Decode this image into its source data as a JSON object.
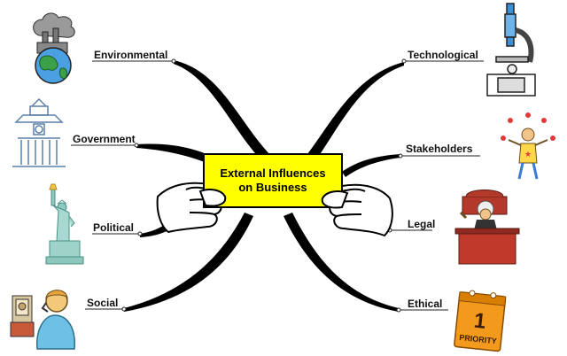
{
  "center": {
    "line1": "External Influences",
    "line2": "on Business"
  },
  "branches": {
    "environmental": "Environmental",
    "government": "Government",
    "political": "Political",
    "social": "Social",
    "technological": "Technological",
    "stakeholders": "Stakeholders",
    "legal": "Legal",
    "ethical": "Ethical"
  },
  "icons": {
    "environmental": "earth-factory-icon",
    "government": "government-building-icon",
    "political": "statue-of-liberty-icon",
    "social": "person-phone-icon",
    "technological": "microscope-icon",
    "stakeholders": "juggler-icon",
    "legal": "judge-icon",
    "ethical": "priority-calendar-icon"
  },
  "priority_card": {
    "number": "1",
    "word": "PRIORITY"
  },
  "colors": {
    "card": "#ffff00",
    "hand": "#ffffff",
    "branch": "#000000",
    "earth_blue": "#4aa0e0",
    "earth_green": "#3aa14a",
    "priority_orange": "#f39a1c",
    "judge_red": "#c0392b"
  }
}
